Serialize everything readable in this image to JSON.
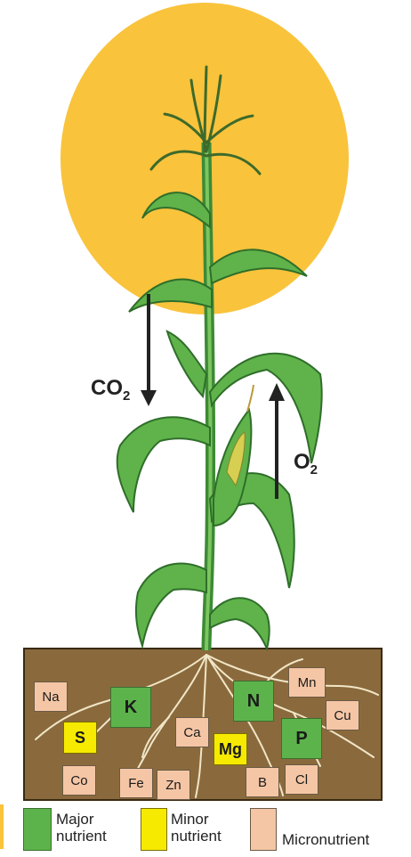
{
  "gases": {
    "co2": {
      "base": "CO",
      "sub": "2"
    },
    "o2": {
      "base": "O",
      "sub": "2"
    }
  },
  "nutrients": [
    {
      "symbol": "Na",
      "type": "micro"
    },
    {
      "symbol": "K",
      "type": "major"
    },
    {
      "symbol": "N",
      "type": "major"
    },
    {
      "symbol": "Mn",
      "type": "micro"
    },
    {
      "symbol": "Cu",
      "type": "micro"
    },
    {
      "symbol": "S",
      "type": "minor"
    },
    {
      "symbol": "Ca",
      "type": "micro"
    },
    {
      "symbol": "Mg",
      "type": "minor"
    },
    {
      "symbol": "P",
      "type": "major"
    },
    {
      "symbol": "Co",
      "type": "micro"
    },
    {
      "symbol": "Fe",
      "type": "micro"
    },
    {
      "symbol": "Zn",
      "type": "micro"
    },
    {
      "symbol": "B",
      "type": "micro"
    },
    {
      "symbol": "Cl",
      "type": "micro"
    }
  ],
  "legend": {
    "major": "Major\nnutrient",
    "minor": "Minor\nnutrient",
    "micro": "Micronutrient"
  },
  "colors": {
    "sun": "#f9c33c",
    "leaf": "#5fb34a",
    "leaf_dark": "#2f6e2a",
    "soil": "#8a6a3c",
    "major": "#5db34b",
    "minor": "#f6ea00",
    "micro": "#f5c6a5"
  }
}
